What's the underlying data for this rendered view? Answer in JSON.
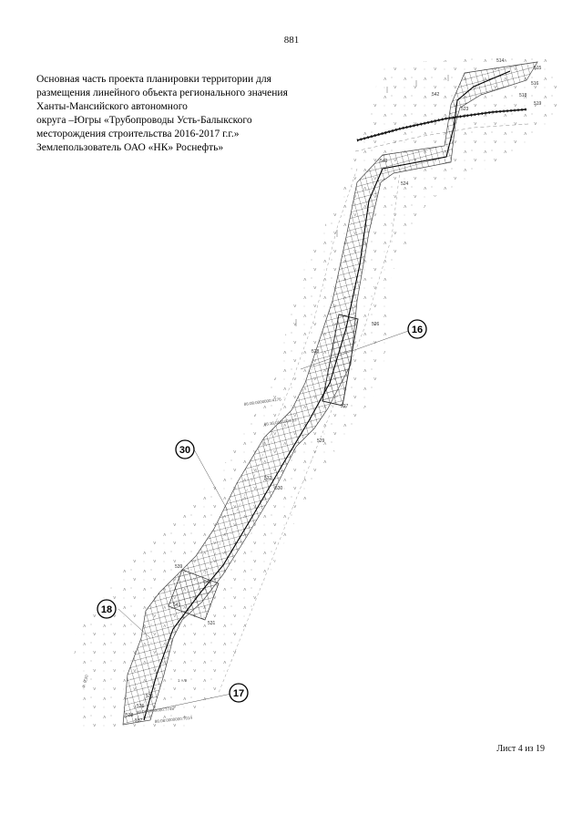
{
  "page_number": "881",
  "title_lines": [
    "Основная часть проекта планировки территории для",
    "размещения линейного объекта регионального значения",
    "Ханты-Мансийского автономного",
    "округа –Югры «Трубопроводы Усть-Балыкского",
    "месторождения строительства 2016-2017 г.г.»",
    "Землепользователь ОАО «НК» Роснефть»"
  ],
  "sheet_label": "Лист 4 из 19",
  "map": {
    "circle_labels": [
      {
        "id": "16",
        "text": "16"
      },
      {
        "id": "30",
        "text": "30"
      },
      {
        "id": "18",
        "text": "18"
      },
      {
        "id": "17",
        "text": "17"
      }
    ],
    "point_labels": [
      "514",
      "515",
      "516",
      "518",
      "519",
      "523",
      "524",
      "526",
      "527",
      "528",
      "529",
      "530",
      "531",
      "532",
      "535",
      "536",
      "537",
      "538",
      "539",
      "540",
      "541",
      "542",
      "543"
    ],
    "cadastral_labels": [
      "86:08:0000000:4176",
      "86:16:0101004:12",
      "86:08:0000000:7748",
      "86:08:0000000:7014"
    ],
    "misc_labels": [
      "Ф. 0,20",
      "1 × 9"
    ]
  }
}
